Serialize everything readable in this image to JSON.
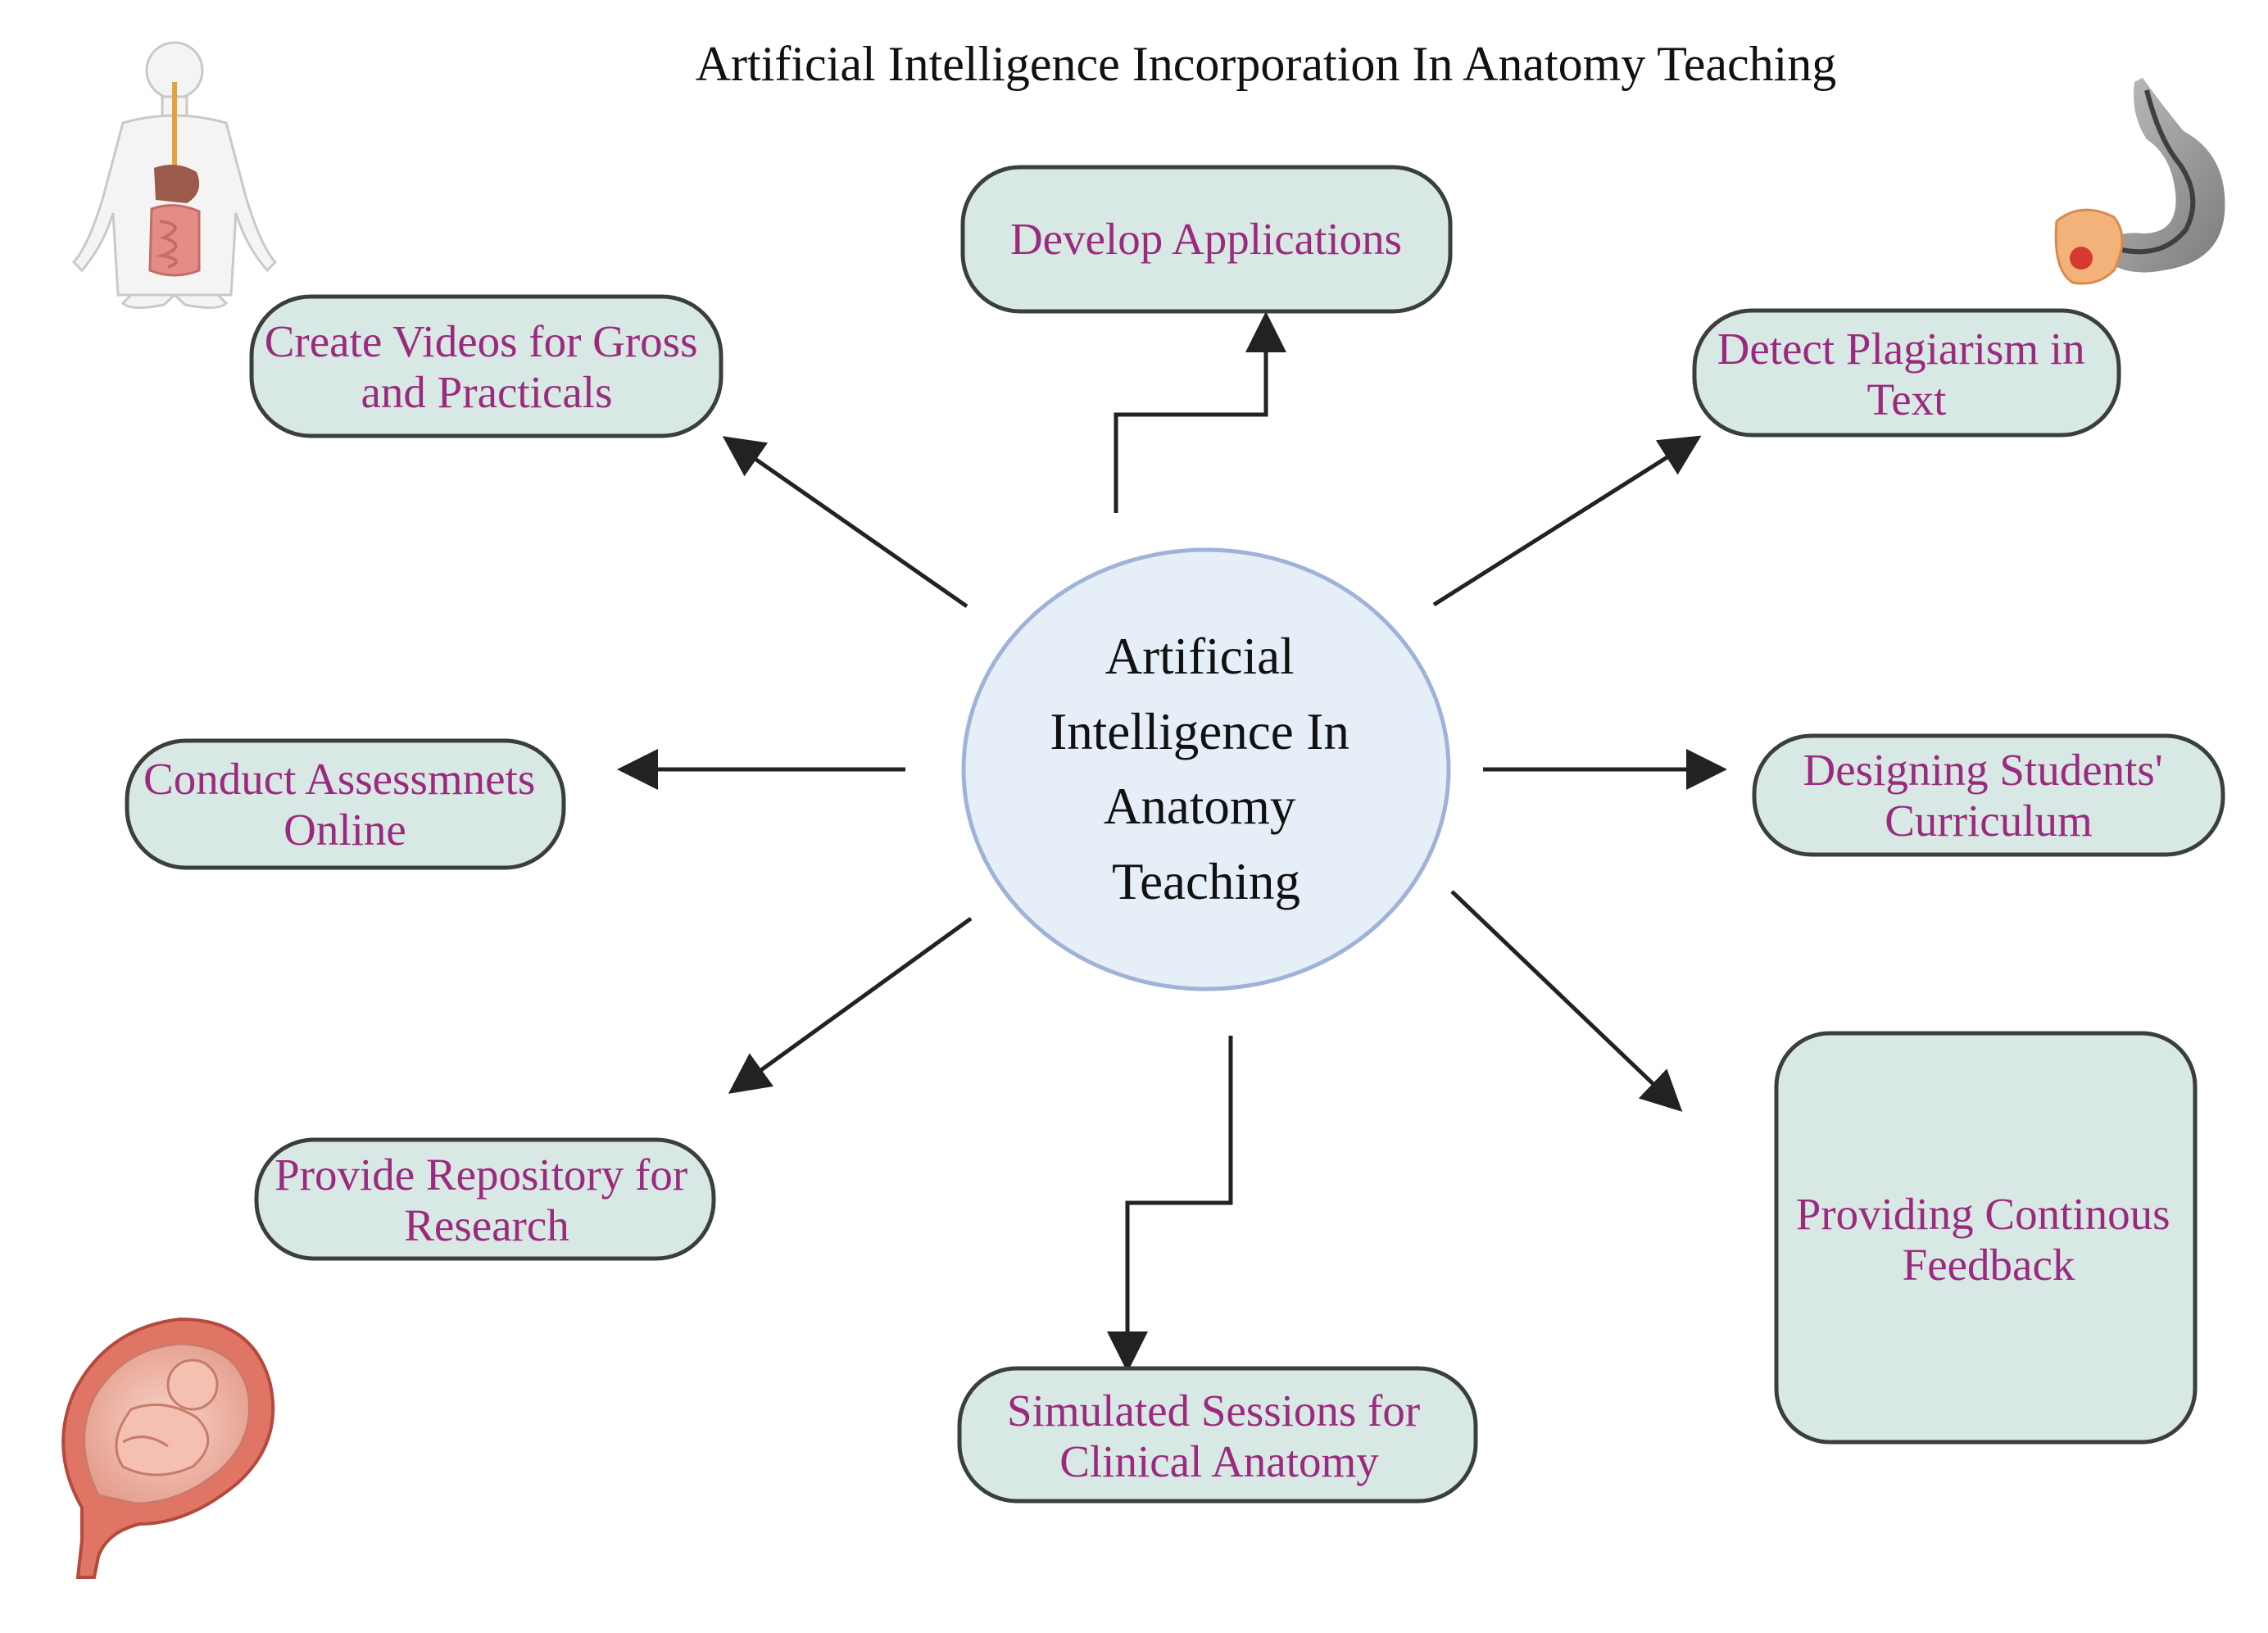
{
  "title": "Artificial Intelligence Incorporation In Anatomy Teaching",
  "center": {
    "lines": [
      "Artificial",
      "Intelligence In",
      "Anatomy",
      "Teaching"
    ]
  },
  "nodes": {
    "develop_applications": {
      "lines": [
        "Develop Applications"
      ]
    },
    "create_videos": {
      "lines": [
        "Create Videos for Gross",
        "and Practicals"
      ]
    },
    "detect_plagiarism": {
      "lines": [
        "Detect Plagiarism in",
        "Text"
      ]
    },
    "conduct_assessments": {
      "lines": [
        "Conduct Assessmnets",
        "Online"
      ]
    },
    "designing_curriculum": {
      "lines": [
        "Designing Students'",
        "Curriculum"
      ]
    },
    "provide_repository": {
      "lines": [
        "Provide Repository for",
        "Research"
      ]
    },
    "continuous_feedback": {
      "lines": [
        "Providing Continous",
        "Feedback"
      ]
    },
    "simulated_sessions": {
      "lines": [
        "Simulated Sessions for",
        "Clinical Anatomy"
      ]
    }
  },
  "colors": {
    "node_fill": "#d8e8e4",
    "node_text": "#9b2a7e",
    "center_fill": "#e6eff8",
    "center_stroke": "#9fb2d8",
    "arrow": "#222222"
  },
  "illustrations": [
    "human-digestive-system-icon",
    "stomach-icon",
    "fetus-in-uterus-icon"
  ]
}
